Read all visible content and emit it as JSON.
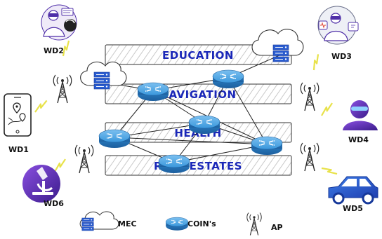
{
  "diagram": {
    "layers": [
      {
        "id": "education",
        "label": "EDUCATION"
      },
      {
        "id": "navigation",
        "label": "NAVIGATION"
      },
      {
        "id": "health",
        "label": "HEALTH"
      },
      {
        "id": "real-estates",
        "label": "REAL ESTATES"
      }
    ],
    "devices": [
      {
        "id": "wd1",
        "label": "WD1",
        "icon": "smartphone-map-icon"
      },
      {
        "id": "wd2",
        "label": "WD2",
        "icon": "vr-user-icon"
      },
      {
        "id": "wd3",
        "label": "WD3",
        "icon": "doctor-headset-icon"
      },
      {
        "id": "wd4",
        "label": "WD4",
        "icon": "person-icon"
      },
      {
        "id": "wd5",
        "label": "WD5",
        "icon": "car-icon"
      },
      {
        "id": "wd6",
        "label": "WD6",
        "icon": "microscope-icon"
      }
    ],
    "legend": [
      {
        "id": "mec",
        "label": "MEC",
        "icon": "cloud-server-icon"
      },
      {
        "id": "coin",
        "label": "COIN's",
        "icon": "router-icon"
      },
      {
        "id": "ap",
        "label": "AP",
        "icon": "antenna-tower-icon"
      }
    ],
    "colors": {
      "layer_text": "#1a27b8",
      "router": "#2f8fd6",
      "server": "#2a5ccf",
      "wireless": "#e8e24a",
      "device_purple": "#4f2fa8"
    }
  }
}
